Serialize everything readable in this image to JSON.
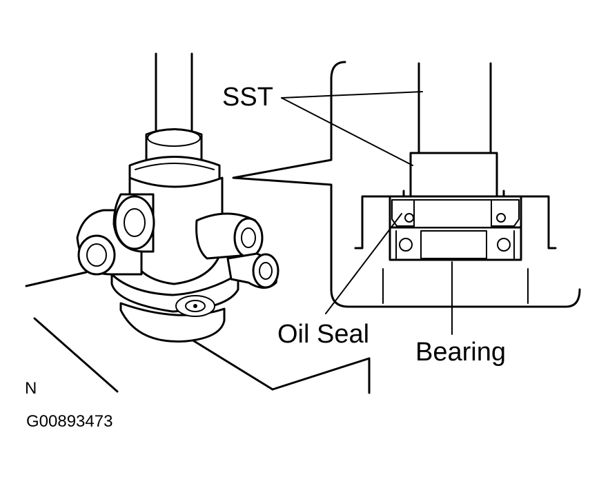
{
  "labels": {
    "sst": "SST",
    "oil_seal": "Oil Seal",
    "bearing": "Bearing",
    "orientation": "N",
    "figure_id": "G00893473"
  }
}
